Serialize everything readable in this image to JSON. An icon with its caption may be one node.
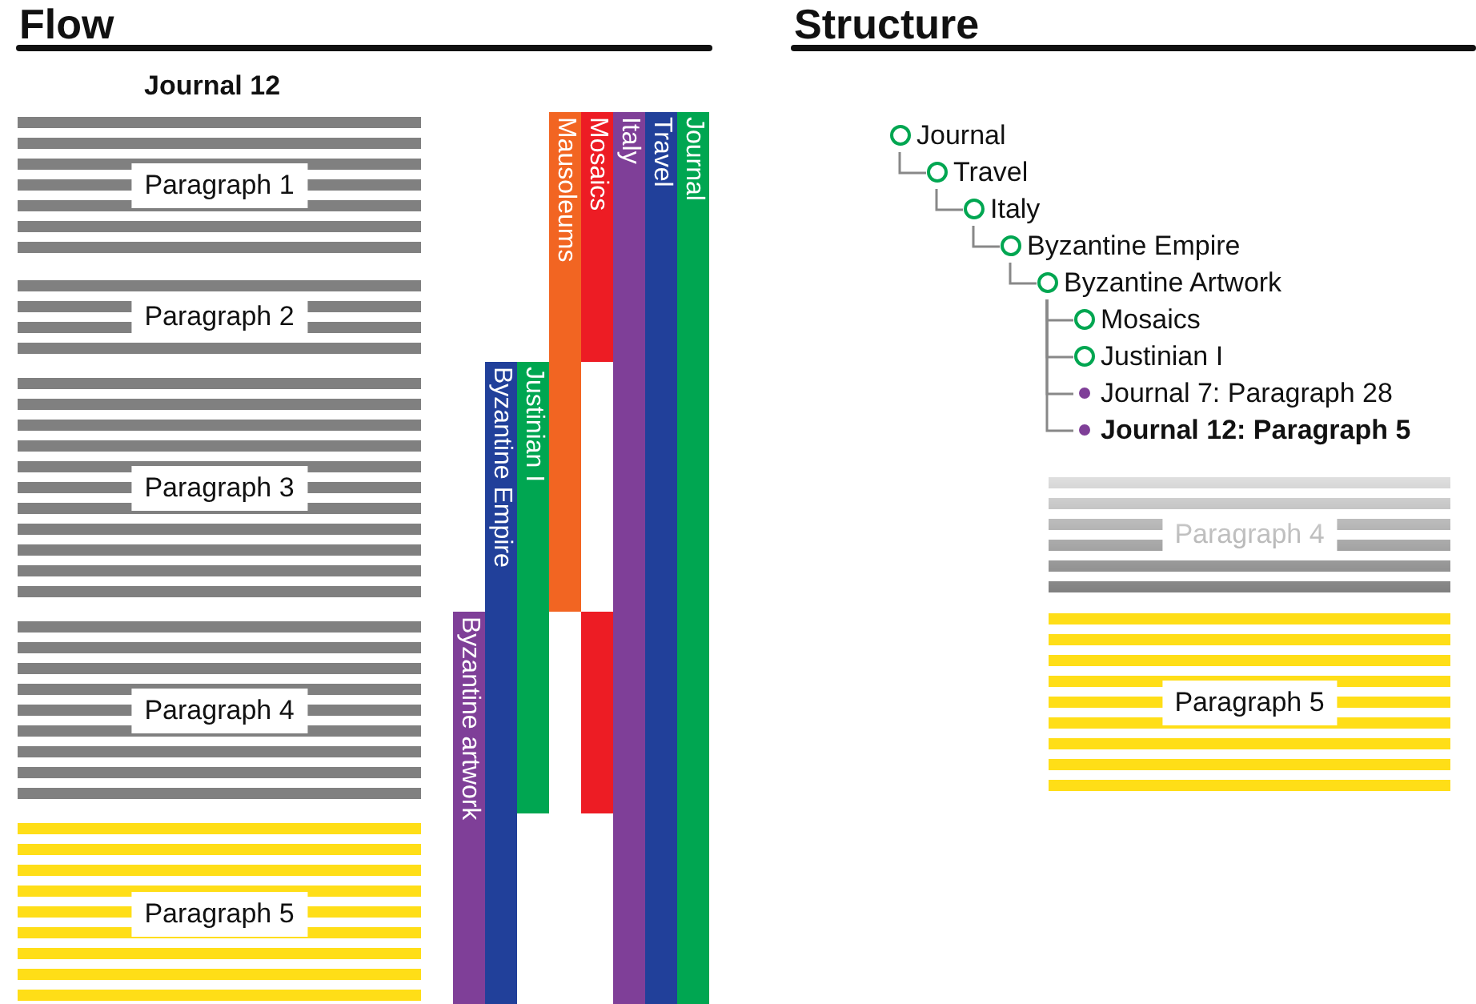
{
  "diagram": {
    "nodes": [
      {
        "text": [
          "Paragraph 1"
        ]
      },
      {
        "text": [
          "Paragraph 2"
        ]
      },
      {
        "text": [
          "Paragraph 3"
        ]
      },
      {
        "text": [
          "Paragraph 4"
        ]
      },
      {
        "text": [
          "Paragraph 5"
        ]
      },
      {
        "text": [
          "Mausoleums"
        ]
      },
      {
        "text": [
          "Mosaics"
        ]
      },
      {
        "text": [
          "Italy"
        ]
      },
      {
        "text": [
          "Travel"
        ]
      },
      {
        "text": [
          "Journal"
        ]
      },
      {
        "text": [
          "Byzantine Empire"
        ]
      },
      {
        "text": [
          "Justinian I"
        ]
      },
      {
        "text": [
          "Byzantine artwork"
        ]
      },
      {
        "text": [
          "Journal"
        ]
      },
      {
        "text": [
          "Travel"
        ]
      },
      {
        "text": [
          "Italy"
        ]
      },
      {
        "text": [
          "Byzantine Empire"
        ]
      },
      {
        "text": [
          "Byzantine Artwork"
        ]
      },
      {
        "text": [
          "Mosaics"
        ]
      },
      {
        "text": [
          "Justinian I"
        ]
      },
      {
        "text": [
          "Journal 7: Paragraph 28"
        ]
      },
      {
        "text": [
          "Journal 12: Paragraph 5"
        ]
      },
      {
        "text": [
          "Paragraph 4"
        ]
      },
      {
        "text": [
          "Paragraph 5"
        ]
      },
      {
        "text": [],
        "shape": "bar"
      }
    ],
    "edges": [
      {
        "from": 13,
        "to": 14,
        "arrow": "none"
      },
      {
        "from": 14,
        "to": 15,
        "arrow": "none"
      },
      {
        "from": 15,
        "to": 16,
        "arrow": "none"
      },
      {
        "from": 16,
        "to": 17,
        "arrow": "none"
      },
      {
        "from": 17,
        "to": 18,
        "arrow": "none"
      },
      {
        "from": 17,
        "to": 19,
        "arrow": "none"
      },
      {
        "from": 17,
        "to": 20,
        "arrow": "none"
      },
      {
        "from": 17,
        "to": 21,
        "arrow": "none"
      }
    ],
    "labels": [
      "Flow",
      "Structure",
      "Journal 12"
    ]
  }
}
